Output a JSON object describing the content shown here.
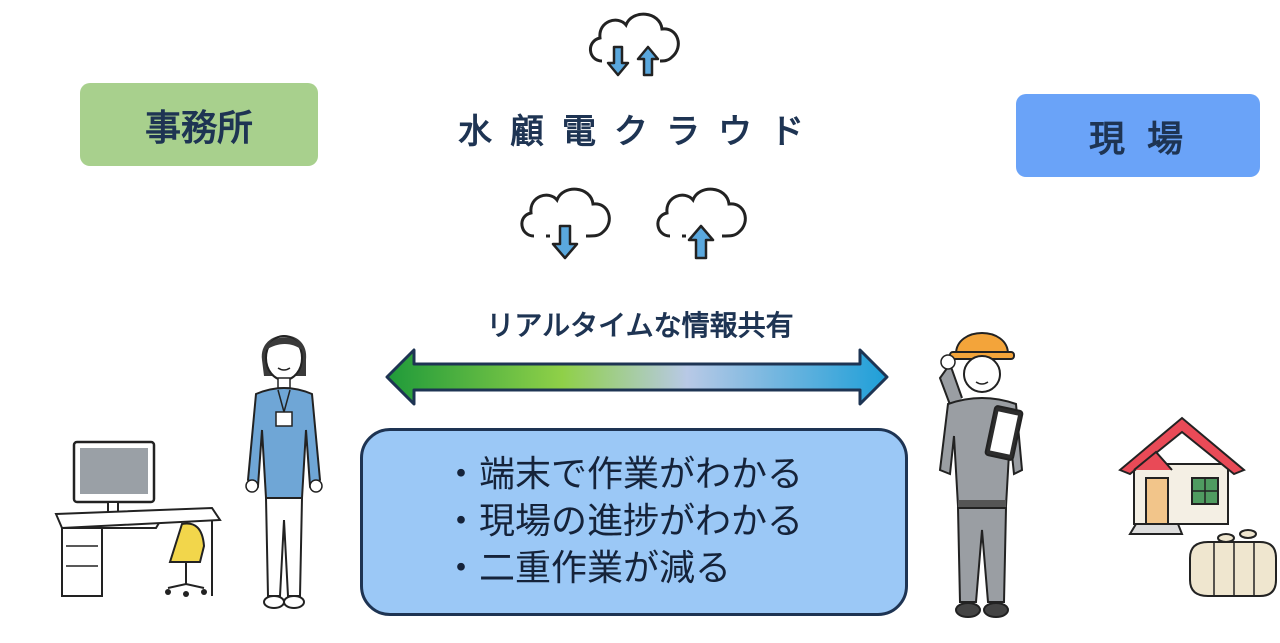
{
  "office_label": "事務所",
  "site_label": "現場",
  "cloud_title": "水顧電クラウド",
  "share_label": "リアルタイムな情報共有",
  "benefits": [
    "・端末で作業がわかる",
    "・現場の進捗がわかる",
    "・二重作業が減る"
  ],
  "colors": {
    "office_box": "#a8d08d",
    "site_box": "#6aa3f8",
    "benefit_box": "#9bc8f6",
    "text_dark": "#1e3453",
    "arrow_fill": "#5aa8de"
  },
  "icons": [
    "cloud-sync-icon",
    "cloud-download-icon",
    "cloud-upload-icon",
    "double-arrow-icon",
    "office-worker-illustration",
    "site-worker-illustration",
    "desk-computer-illustration",
    "house-illustration",
    "septic-tank-illustration"
  ]
}
